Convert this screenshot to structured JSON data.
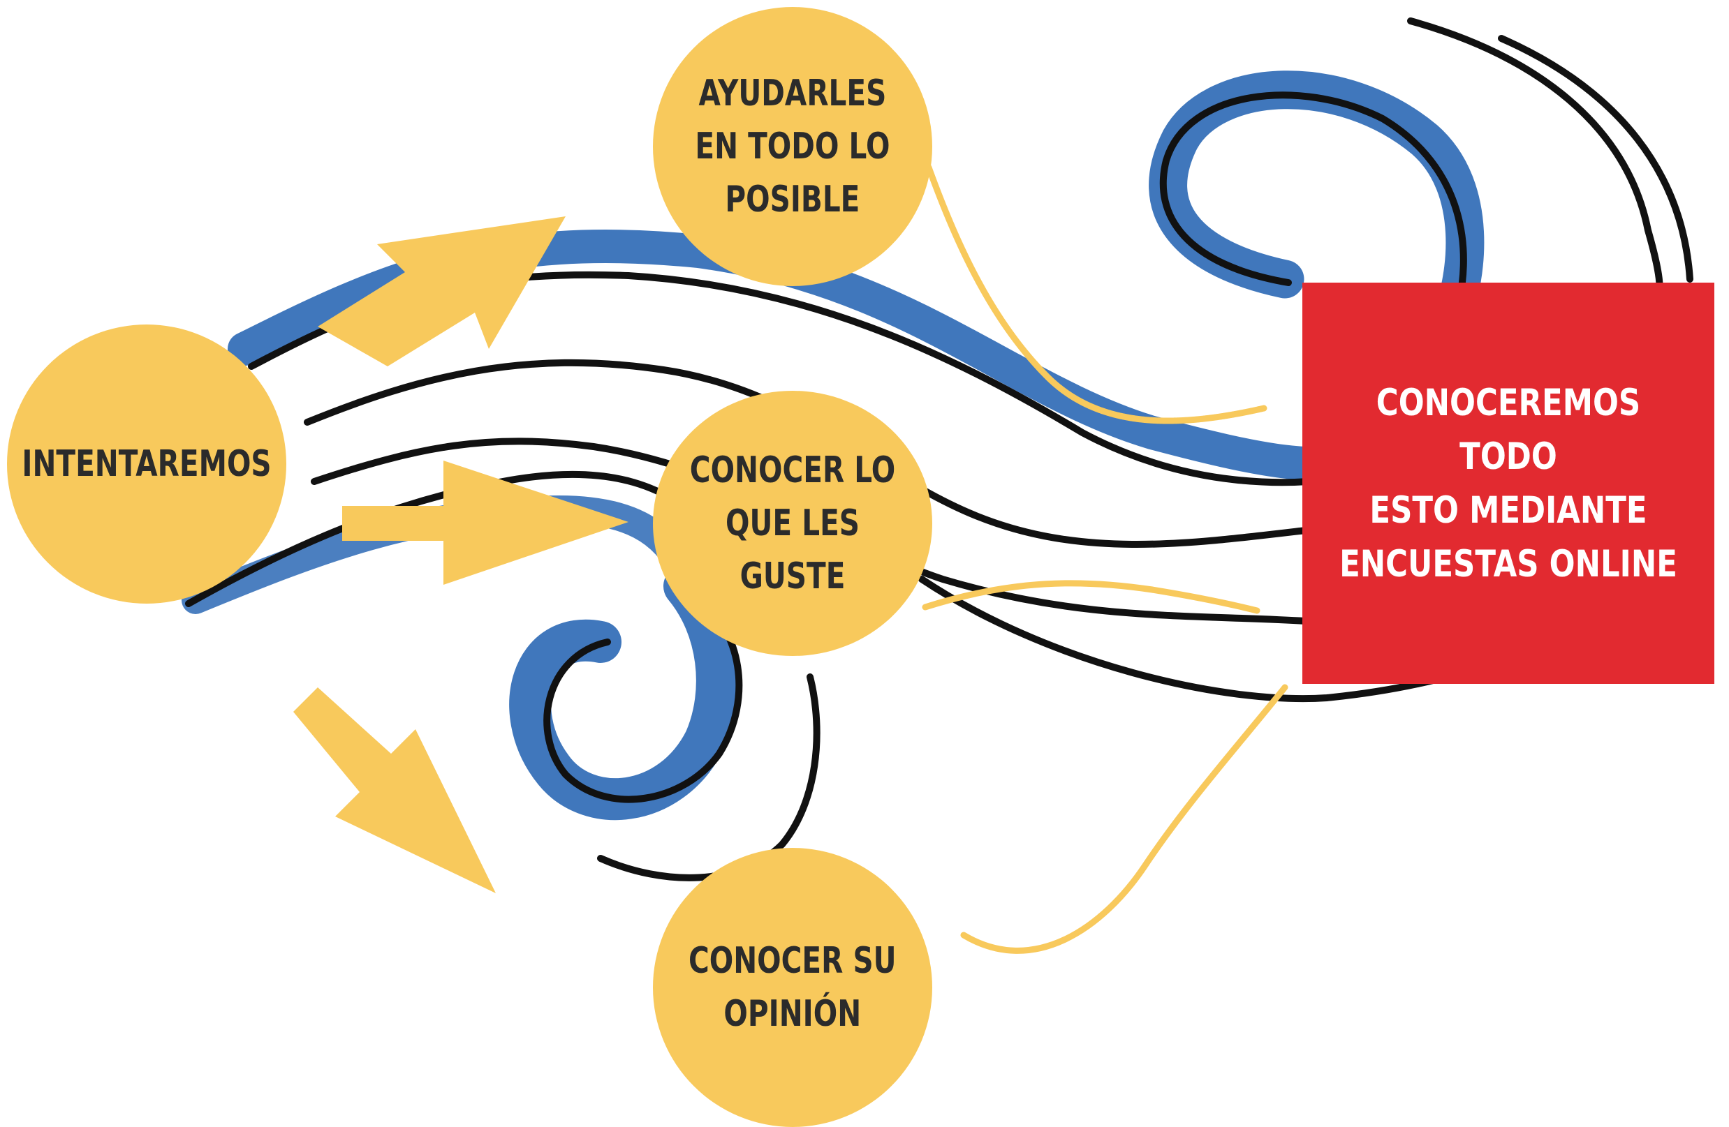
{
  "diagram": {
    "start_node": {
      "label": "INTENTAREMOS"
    },
    "goals": [
      {
        "label": "AYUDARLES\nEN TODO LO\nPOSIBLE"
      },
      {
        "label": "CONOCER LO\nQUE LES GUSTE"
      },
      {
        "label": "CONOCER SU\nOPINIÓN"
      }
    ],
    "conclusion": {
      "label": "CONOCEREMOS TODO\nESTO MEDIANTE\nENCUESTAS ONLINE"
    }
  },
  "colors": {
    "circle": "#f8c95c",
    "arrow": "#f8c95c",
    "conclusion_box": "#e22a30",
    "wave_blue": "#1e5fb0",
    "wave_line": "#111111"
  }
}
